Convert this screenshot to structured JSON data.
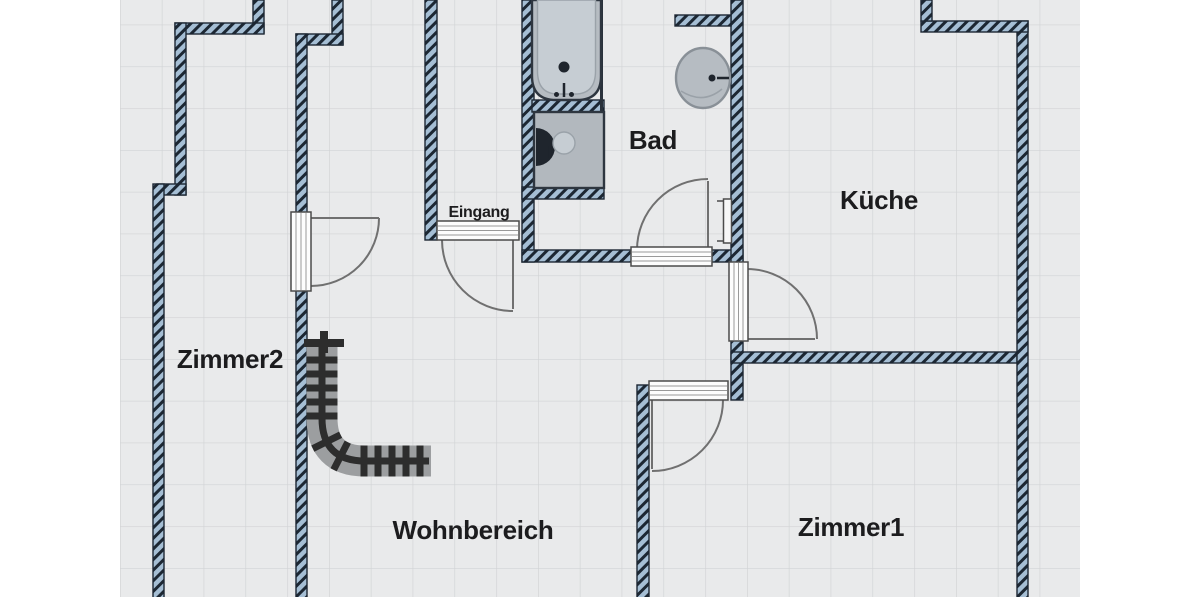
{
  "rooms": {
    "zimmer2": {
      "label": "Zimmer2"
    },
    "wohnbereich": {
      "label": "Wohnbereich"
    },
    "zimmer1": {
      "label": "Zimmer1"
    },
    "kueche": {
      "label": "Küche"
    },
    "bad": {
      "label": "Bad"
    },
    "eingang": {
      "label": "Eingang"
    }
  },
  "fixtures": {
    "bathtub": "bathtub",
    "shower": "shower",
    "sink": "round wash basin",
    "stairs": "curved stairs track",
    "wall_cabinet": "wall bracket",
    "doors": [
      "zimmer2-door",
      "eingang-door",
      "bad-door",
      "kueche-door",
      "zimmer1-door"
    ]
  },
  "colors": {
    "wall_fill": "#a5bed4",
    "wall_hatch": "#1c2733",
    "wall_outline": "#1c2733",
    "floor": "#e9eaeb",
    "grid_line": "#d1d3d5",
    "margin": "#ffffff",
    "fixture_fill": "#b6bcc2",
    "fixture_outline": "#2e3640",
    "fixture_light": "#c6cdd3",
    "dark_detail": "#1f252d",
    "track_gray": "#9c9ea0",
    "track_dark": "#2d2d2d",
    "door_stroke": "#707070",
    "frame_stroke": "#4b4b4b",
    "text": "#1c1c1e"
  }
}
